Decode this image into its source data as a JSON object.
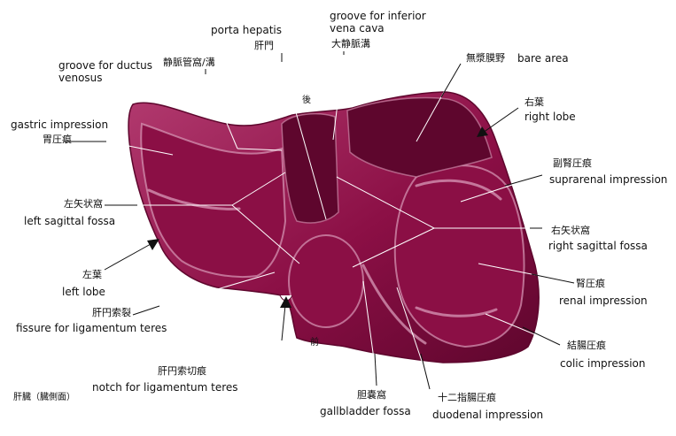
{
  "colors": {
    "liver": "#8b0f45",
    "liver_dark": "#5e062d",
    "liver_light": "#b23a6f",
    "highlight": "#d89ab8",
    "line": "#ffffff",
    "text": "#111111",
    "arrow": "#111111"
  },
  "directions": {
    "posterior": "後",
    "anterior": "前"
  },
  "caption": "肝臓（臓側面）",
  "labels": {
    "porta_hepatis": {
      "en": "porta hepatis",
      "jp": "肝門"
    },
    "groove_ivc": {
      "en1": "groove for inferior",
      "en2": "vena cava",
      "jp": "大静脈溝"
    },
    "groove_ductus": {
      "en1": "groove for ductus",
      "en2": "venosus",
      "jp": "静脈管窩/溝"
    },
    "bare_area": {
      "jp": "無漿膜野",
      "en": "bare area"
    },
    "right_lobe": {
      "jp": "右葉",
      "en": "right lobe"
    },
    "gastric": {
      "en": "gastric impression",
      "jp": "胃圧痕"
    },
    "suprarenal": {
      "jp": "副腎圧痕",
      "en": "suprarenal impression"
    },
    "left_sagittal": {
      "jp": "左矢状窩",
      "en": "left sagittal fossa"
    },
    "right_sagittal": {
      "jp": "右矢状窩",
      "en": "right sagittal fossa"
    },
    "left_lobe": {
      "jp": "左葉",
      "en": "left lobe"
    },
    "renal": {
      "jp": "腎圧痕",
      "en": "renal impression"
    },
    "fissure_teres": {
      "jp": "肝円索裂",
      "en": "fissure for ligamentum teres"
    },
    "colic": {
      "jp": "結腸圧痕",
      "en": "colic impression"
    },
    "notch_teres": {
      "jp": "肝円索切痕",
      "en": "notch for ligamentum teres"
    },
    "gallbladder": {
      "jp": "胆嚢窩",
      "en": "gallbladder fossa"
    },
    "duodenal": {
      "jp": "十二指腸圧痕",
      "en": "duodenal impression"
    }
  }
}
